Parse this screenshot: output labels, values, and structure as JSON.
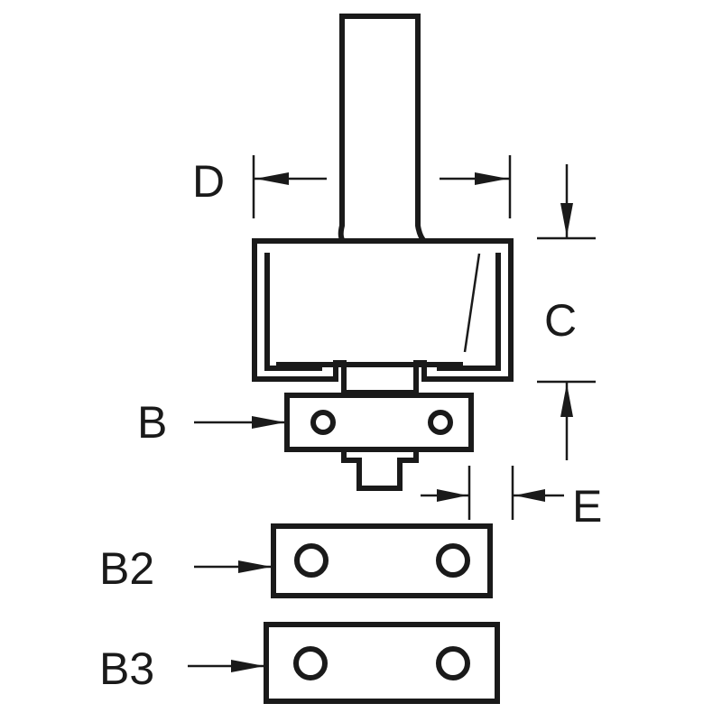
{
  "labels": {
    "d": "D",
    "c": "C",
    "b": "B",
    "e": "E",
    "b2": "B2",
    "b3": "B3"
  },
  "colors": {
    "line": "#1a1a1a",
    "background": "#ffffff"
  }
}
